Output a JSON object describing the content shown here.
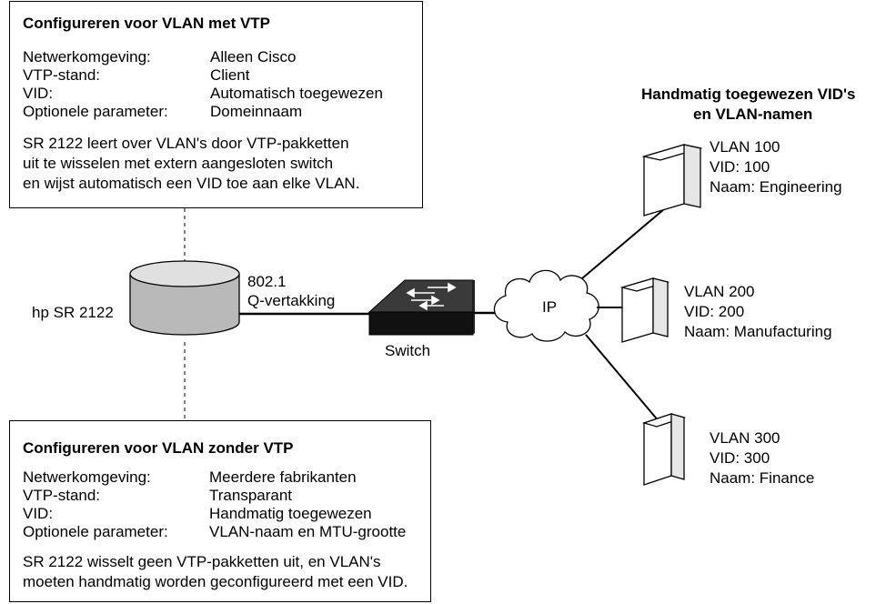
{
  "box_vtp": {
    "title": "Configureren voor VLAN met VTP",
    "rows": [
      {
        "label": "Netwerkomgeving:",
        "value": "Alleen Cisco"
      },
      {
        "label": "VTP-stand:",
        "value": "Client"
      },
      {
        "label": "VID:",
        "value": "Automatisch toegewezen"
      },
      {
        "label": "Optionele parameter:",
        "value": "Domeinnaam"
      }
    ],
    "text": [
      "SR 2122 leert over VLAN's door VTP-pakketten",
      "uit te wisselen met extern aangesloten switch",
      "en wijst automatisch een VID toe aan elke VLAN."
    ]
  },
  "box_novtp": {
    "title": "Configureren voor VLAN zonder VTP",
    "rows": [
      {
        "label": "Netwerkomgeving:",
        "value": "Meerdere fabrikanten"
      },
      {
        "label": "VTP-stand:",
        "value": "Transparant"
      },
      {
        "label": "VID:",
        "value": "Handmatig toegewezen"
      },
      {
        "label": "Optionele parameter:",
        "value": "VLAN-naam en MTU-grootte"
      }
    ],
    "text": [
      "SR 2122 wisselt geen VTP-pakketten uit, en VLAN's",
      "moeten handmatig worden geconfigureerd met een VID."
    ]
  },
  "router": {
    "label": "hp SR 2122"
  },
  "trunk": {
    "line1": "802.1",
    "line2": "Q-vertakking"
  },
  "switch": {
    "label": "Switch"
  },
  "cloud": {
    "label": "IP"
  },
  "heading": {
    "line1": "Handmatig toegewezen VID's",
    "line2": "en VLAN-namen"
  },
  "vlans": [
    {
      "name": "VLAN 100",
      "vid": "VID: 100",
      "naam": "Naam: Engineering"
    },
    {
      "name": "VLAN 200",
      "vid": "VID: 200",
      "naam": "Naam: Manufacturing"
    },
    {
      "name": "VLAN 300",
      "vid": "VID: 300",
      "naam": "Naam: Finance"
    }
  ]
}
